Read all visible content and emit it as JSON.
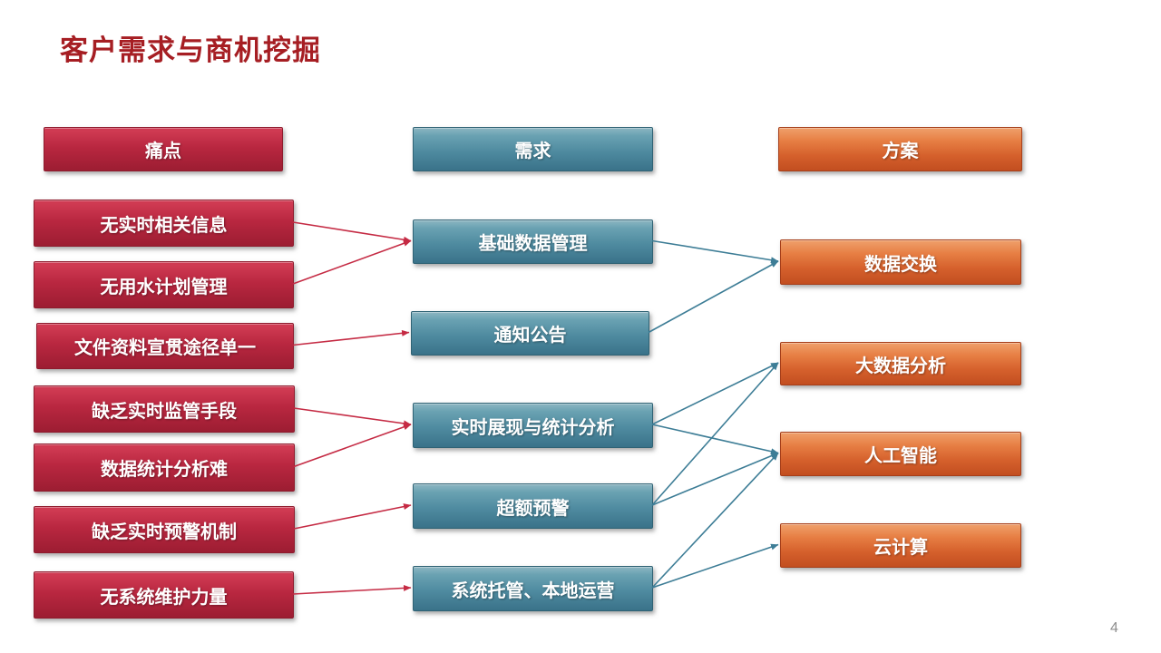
{
  "slide": {
    "title": "客户需求与商机挖掘",
    "page_number": "4"
  },
  "colors": {
    "title": "#a61e23",
    "pain": {
      "top": "#cf3a52",
      "bottom": "#9c1d32",
      "border": "#8e1b2d"
    },
    "need": {
      "top": "#8db6c2",
      "bottom": "#3a7289",
      "border": "#2f6274"
    },
    "solution": {
      "top": "#efa06b",
      "bottom": "#c24e20",
      "border": "#a63f1a"
    },
    "arrow_red": "#c52b44",
    "arrow_teal": "#3d7d96"
  },
  "columns": [
    {
      "id": "pain",
      "header": "痛点",
      "items": [
        {
          "id": "p1",
          "label": "无实时相关信息"
        },
        {
          "id": "p2",
          "label": "无用水计划管理"
        },
        {
          "id": "p3",
          "label": "文件资料宣贯途径单一"
        },
        {
          "id": "p4",
          "label": "缺乏实时监管手段"
        },
        {
          "id": "p5",
          "label": "数据统计分析难"
        },
        {
          "id": "p6",
          "label": "缺乏实时预警机制"
        },
        {
          "id": "p7",
          "label": "无系统维护力量"
        }
      ]
    },
    {
      "id": "need",
      "header": "需求",
      "items": [
        {
          "id": "n1",
          "label": "基础数据管理"
        },
        {
          "id": "n2",
          "label": "通知公告"
        },
        {
          "id": "n3",
          "label": "实时展现与统计分析"
        },
        {
          "id": "n4",
          "label": "超额预警"
        },
        {
          "id": "n5",
          "label": "系统托管、本地运营"
        }
      ]
    },
    {
      "id": "solution",
      "header": "方案",
      "items": [
        {
          "id": "s1",
          "label": "数据交换"
        },
        {
          "id": "s2",
          "label": "大数据分析"
        },
        {
          "id": "s3",
          "label": "人工智能"
        },
        {
          "id": "s4",
          "label": "云计算"
        }
      ]
    }
  ],
  "edges": [
    {
      "from": "p1",
      "to": "n1",
      "color": "red"
    },
    {
      "from": "p2",
      "to": "n1",
      "color": "red"
    },
    {
      "from": "p3",
      "to": "n2",
      "color": "red"
    },
    {
      "from": "p4",
      "to": "n3",
      "color": "red"
    },
    {
      "from": "p5",
      "to": "n3",
      "color": "red"
    },
    {
      "from": "p6",
      "to": "n4",
      "color": "red"
    },
    {
      "from": "p7",
      "to": "n5",
      "color": "red"
    },
    {
      "from": "n1",
      "to": "s1",
      "color": "teal"
    },
    {
      "from": "n2",
      "to": "s1",
      "color": "teal"
    },
    {
      "from": "n3",
      "to": "s2",
      "color": "teal"
    },
    {
      "from": "n3",
      "to": "s3",
      "color": "teal"
    },
    {
      "from": "n4",
      "to": "s2",
      "color": "teal"
    },
    {
      "from": "n4",
      "to": "s3",
      "color": "teal"
    },
    {
      "from": "n5",
      "to": "s3",
      "color": "teal"
    },
    {
      "from": "n5",
      "to": "s4",
      "color": "teal"
    }
  ]
}
